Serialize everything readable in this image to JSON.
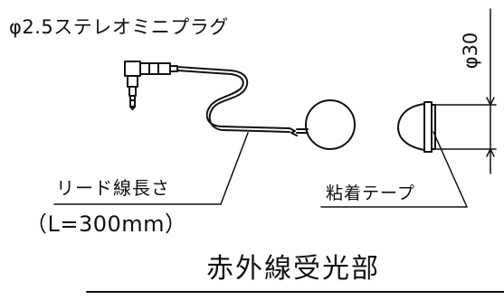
{
  "labels": {
    "plug": "φ2.5ステレオミニプラグ",
    "lead_length": "リード線長さ",
    "length_value": "（L=300mm）",
    "tape": "粘着テープ",
    "title": "赤外線受光部",
    "diameter": "φ30"
  },
  "colors": {
    "line": "#111111",
    "background": "#ffffff"
  },
  "parts": [
    "stereo-mini-plug",
    "lead-wire",
    "infrared-receiver-top-view",
    "infrared-receiver-side-view",
    "adhesive-tape"
  ]
}
